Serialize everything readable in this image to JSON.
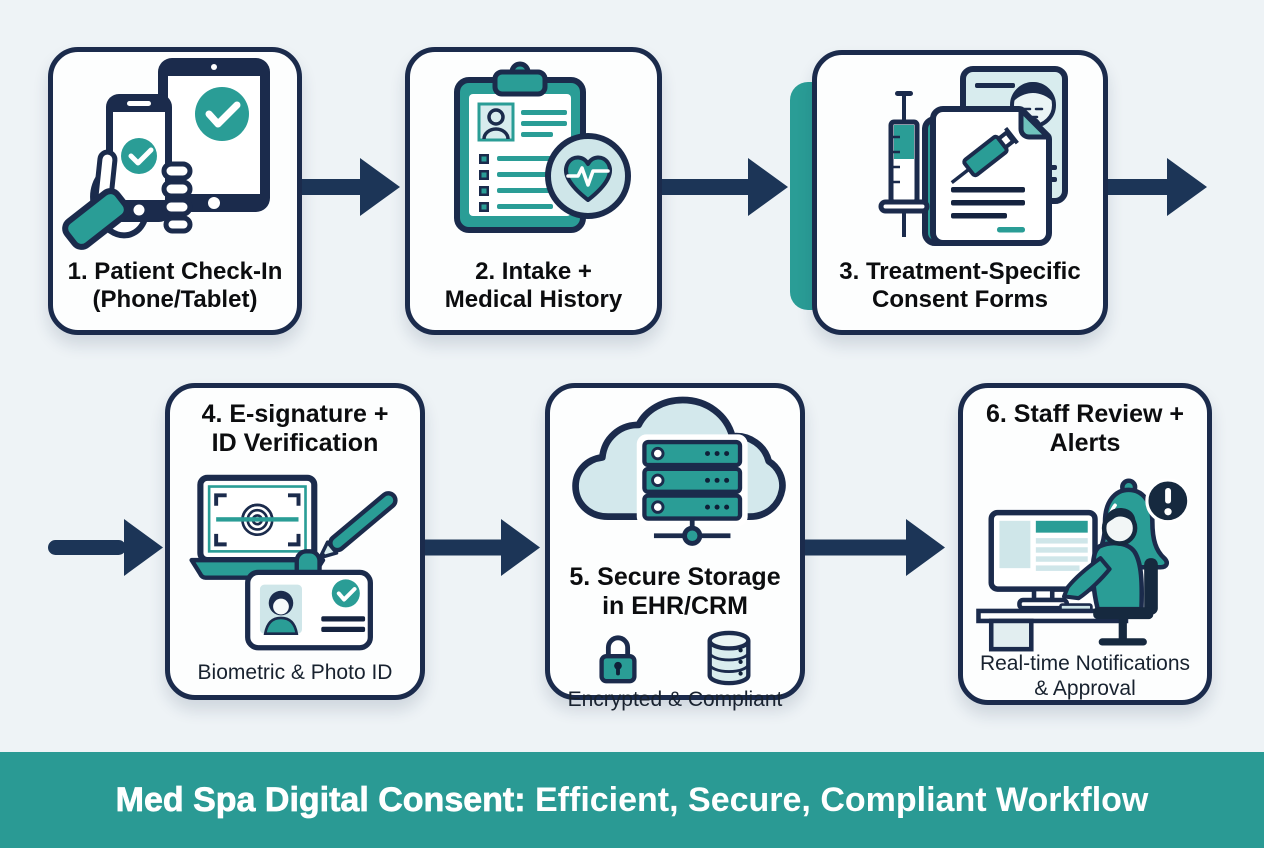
{
  "colors": {
    "background": "#eef3f6",
    "card_border_navy": "#1b2b4c",
    "accent_teal": "#2a9d96",
    "light_teal": "#d3e8ec",
    "arrow_navy": "#1c3557",
    "banner_bg": "#2a9a94",
    "banner_text": "#ffffff"
  },
  "banner": {
    "strong": "Med Spa Digital Consent:",
    "rest": " Efficient, Secure, Compliant Workflow"
  },
  "steps": [
    {
      "label1": "1. Patient Check-In",
      "label2": "(Phone/Tablet)",
      "icon": "phone-tablet-check"
    },
    {
      "label1": "2. Intake +",
      "label2": "Medical History",
      "icon": "clipboard-medical-history"
    },
    {
      "label1": "3. Treatment-Specific",
      "label2": "Consent Forms",
      "icon": "consent-forms-syringe"
    },
    {
      "label1": "4. E-signature +",
      "label2": "ID Verification",
      "caption": "Biometric & Photo ID",
      "icon": "laptop-fingerprint-pen-id"
    },
    {
      "label1": "5. Secure Storage",
      "label2": "in EHR/CRM",
      "caption": "Encrypted & Compliant",
      "icon": "cloud-server-stack"
    },
    {
      "label1": "6. Staff Review +",
      "label2": "Alerts",
      "caption1": "Real-time Notifications",
      "caption2": "& Approval",
      "icon": "staff-desk-alert-bell"
    }
  ]
}
